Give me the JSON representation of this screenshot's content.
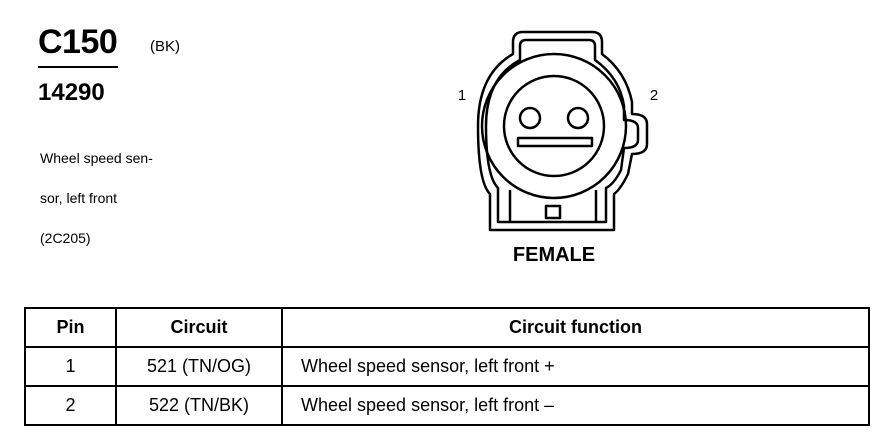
{
  "header": {
    "connector_id": "C150",
    "connector_color": "(BK)",
    "part_number": "14290",
    "description_lines": [
      "Wheel speed sen-",
      "sor, left front",
      "(2C205)"
    ]
  },
  "diagram": {
    "pin_label_1": "1",
    "pin_label_2": "2",
    "view_label": "FEMALE"
  },
  "table": {
    "headers": [
      "Pin",
      "Circuit",
      "Circuit function"
    ],
    "rows": [
      {
        "pin": "1",
        "circuit": "521 (TN/OG)",
        "function": "Wheel speed sensor, left front  +"
      },
      {
        "pin": "2",
        "circuit": "522 (TN/BK)",
        "function": "Wheel speed sensor, left front  –"
      }
    ]
  }
}
